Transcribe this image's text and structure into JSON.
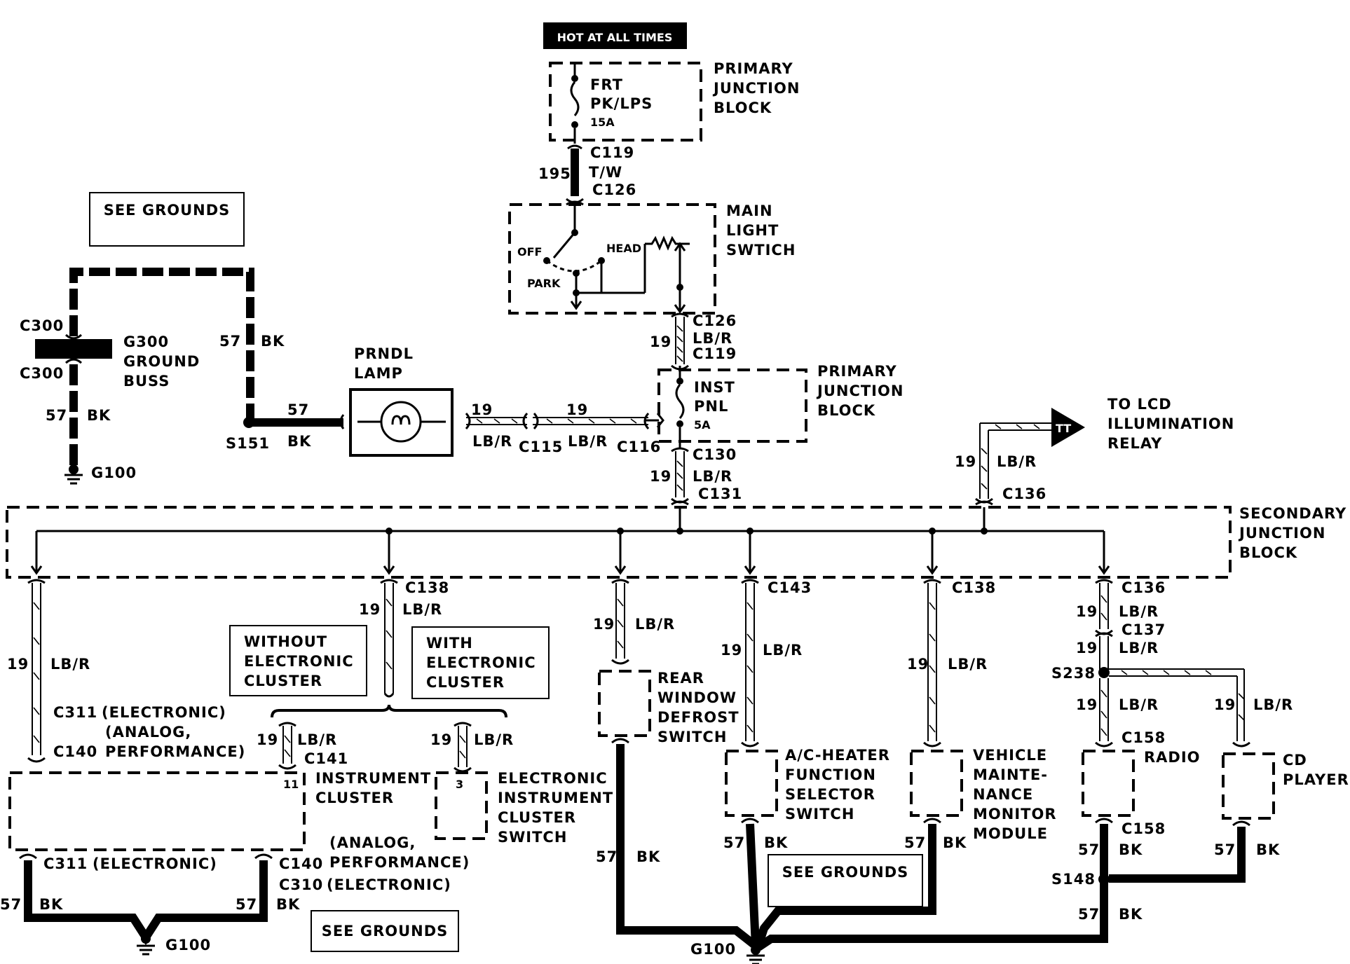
{
  "hot_label": "HOT AT ALL TIMES",
  "fuse_block_top": {
    "name": [
      "PRIMARY",
      "JUNCTION",
      "BLOCK"
    ],
    "fuse": [
      "FRT",
      "PK/LPS"
    ],
    "rating": "15A"
  },
  "connectors": {
    "c119": "C119",
    "c126": "C126",
    "c130": "C130",
    "c131": "C131",
    "c136": "C136",
    "c137": "C137",
    "c138": "C138",
    "c140": "C140",
    "c141": "C141",
    "c143": "C143",
    "c115": "C115",
    "c116": "C116",
    "c158": "C158",
    "c300": "C300",
    "c310": "C310",
    "c311": "C311"
  },
  "wires": {
    "w195": "195",
    "tw": "T/W",
    "w19": "19",
    "lbr": "LB/R",
    "w57": "57",
    "bk": "BK"
  },
  "main_light_switch": {
    "name": [
      "MAIN",
      "LIGHT",
      "SWTICH"
    ],
    "positions": {
      "off": "OFF",
      "park": "PARK",
      "head": "HEAD"
    }
  },
  "fuse_block_mid": {
    "name": [
      "PRIMARY",
      "JUNCTION",
      "BLOCK"
    ],
    "fuse": [
      "INST",
      "PNL"
    ],
    "rating": "5A"
  },
  "ground_buss": {
    "name": [
      "G300",
      "GROUND",
      "BUSS"
    ],
    "ground": "G100"
  },
  "see_grounds": "SEE GROUNDS",
  "splices": {
    "s151": "S151",
    "s238": "S238",
    "s148": "S148"
  },
  "prndl": [
    "PRNDL",
    "LAMP"
  ],
  "lcd_relay": [
    "TO LCD",
    "ILLUMINATION",
    "RELAY"
  ],
  "secondary_jb": [
    "SECONDARY",
    "JUNCTION",
    "BLOCK"
  ],
  "cluster_options": {
    "without": [
      "WITHOUT",
      "ELECTRONIC",
      "CLUSTER"
    ],
    "with": [
      "WITH",
      "ELECTRONIC",
      "CLUSTER"
    ]
  },
  "notes": {
    "electronic": "(ELECTRONIC)",
    "analog": "(ANALOG,",
    "performance": "PERFORMANCE)"
  },
  "instrument_cluster": [
    "INSTRUMENT",
    "CLUSTER"
  ],
  "pins": {
    "p11": "11",
    "p3": "3"
  },
  "electronic_switch": [
    "ELECTRONIC",
    "INSTRUMENT",
    "CLUSTER",
    "SWITCH"
  ],
  "rear_defrost": [
    "REAR",
    "WINDOW",
    "DEFROST",
    "SWITCH"
  ],
  "ac_heater": [
    "A/C-HEATER",
    "FUNCTION",
    "SELECTOR",
    "SWITCH"
  ],
  "vmm": [
    "VEHICLE",
    "MAINTE-",
    "NANCE",
    "MONITOR",
    "MODULE"
  ],
  "radio": "RADIO",
  "cd_player": [
    "CD",
    "PLAYER"
  ]
}
